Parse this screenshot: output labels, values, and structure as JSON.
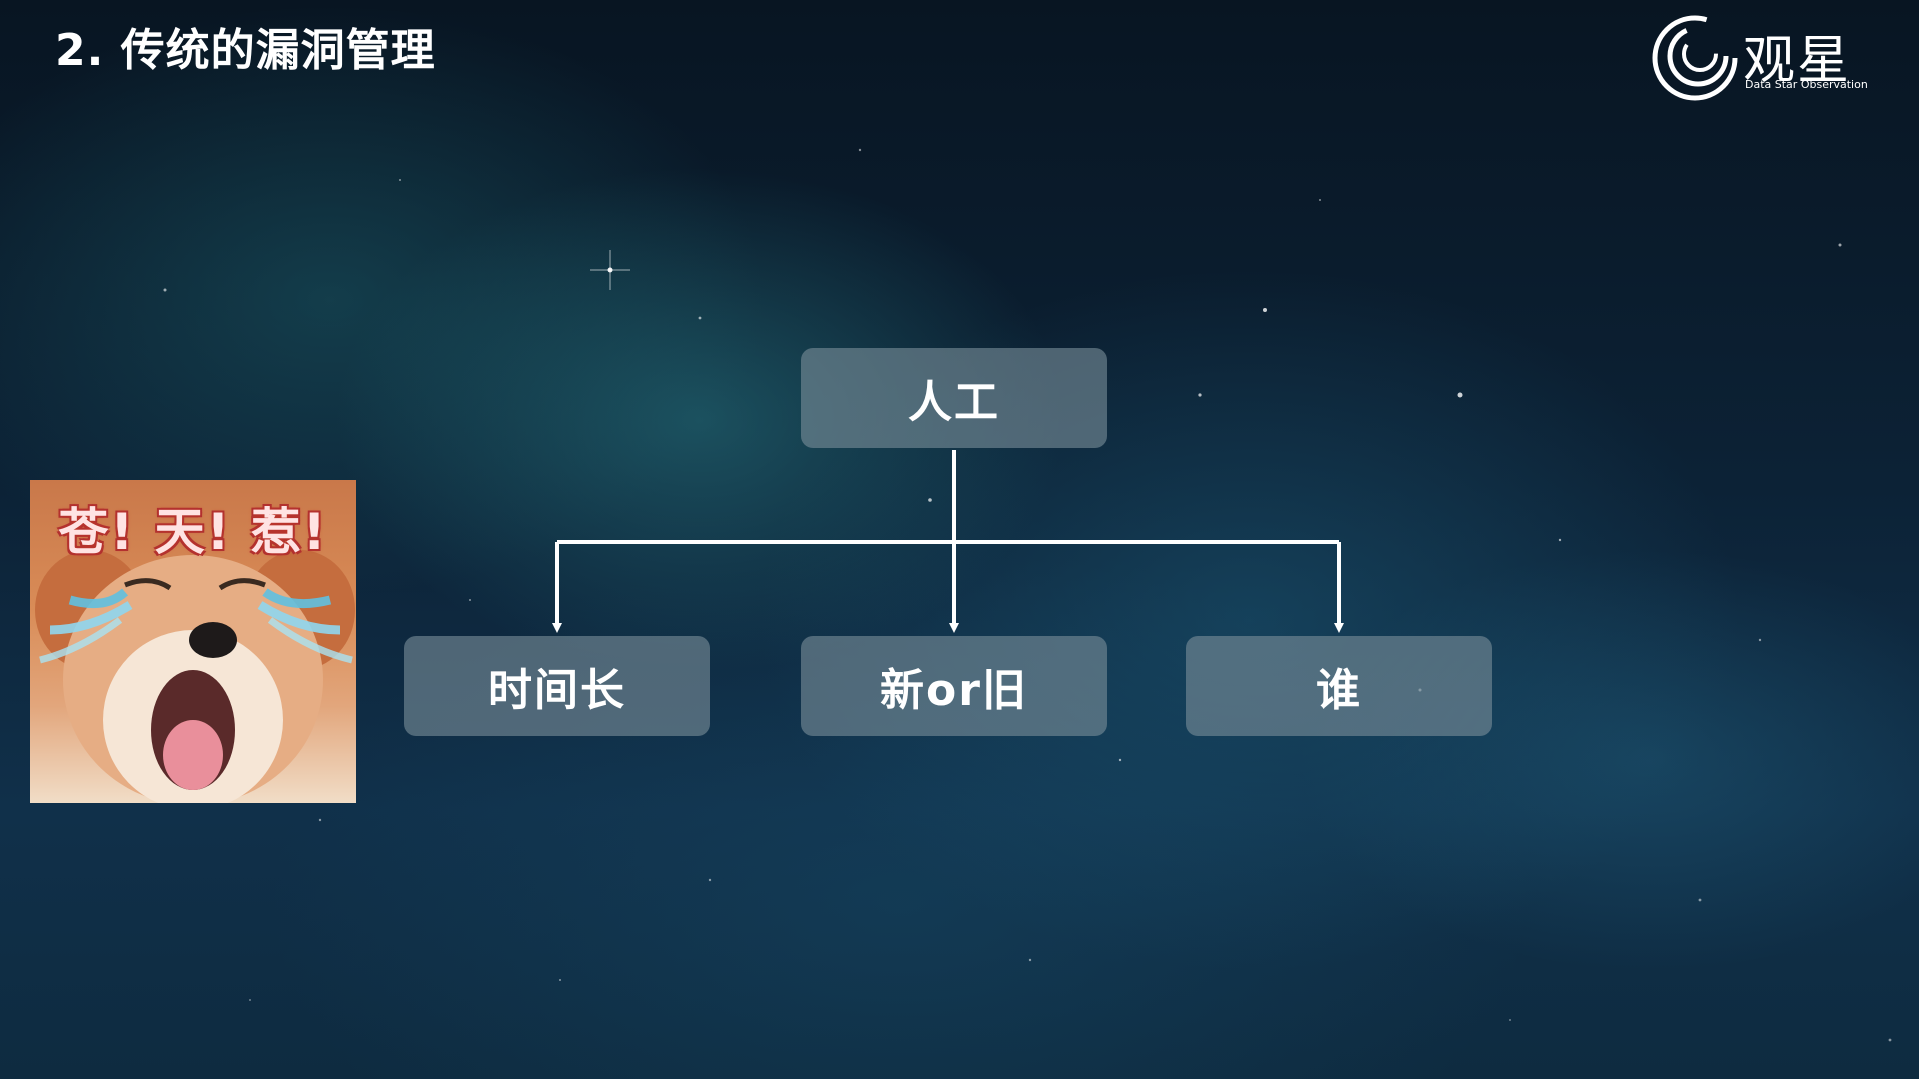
{
  "slide": {
    "title": "2. 传统的漏洞管理"
  },
  "logo": {
    "name": "观星",
    "subtitle": "Data Star Observation"
  },
  "meme": {
    "caption": "苍! 天! 惹!",
    "icon": "crying-dog-meme-icon"
  },
  "diagram": {
    "root": {
      "label": "人工"
    },
    "children": [
      {
        "label": "时间长"
      },
      {
        "label": "新or旧"
      },
      {
        "label": "谁"
      }
    ]
  },
  "colors": {
    "node_fill": "#7a8c98",
    "connector": "#ffffff",
    "text": "#ffffff"
  }
}
